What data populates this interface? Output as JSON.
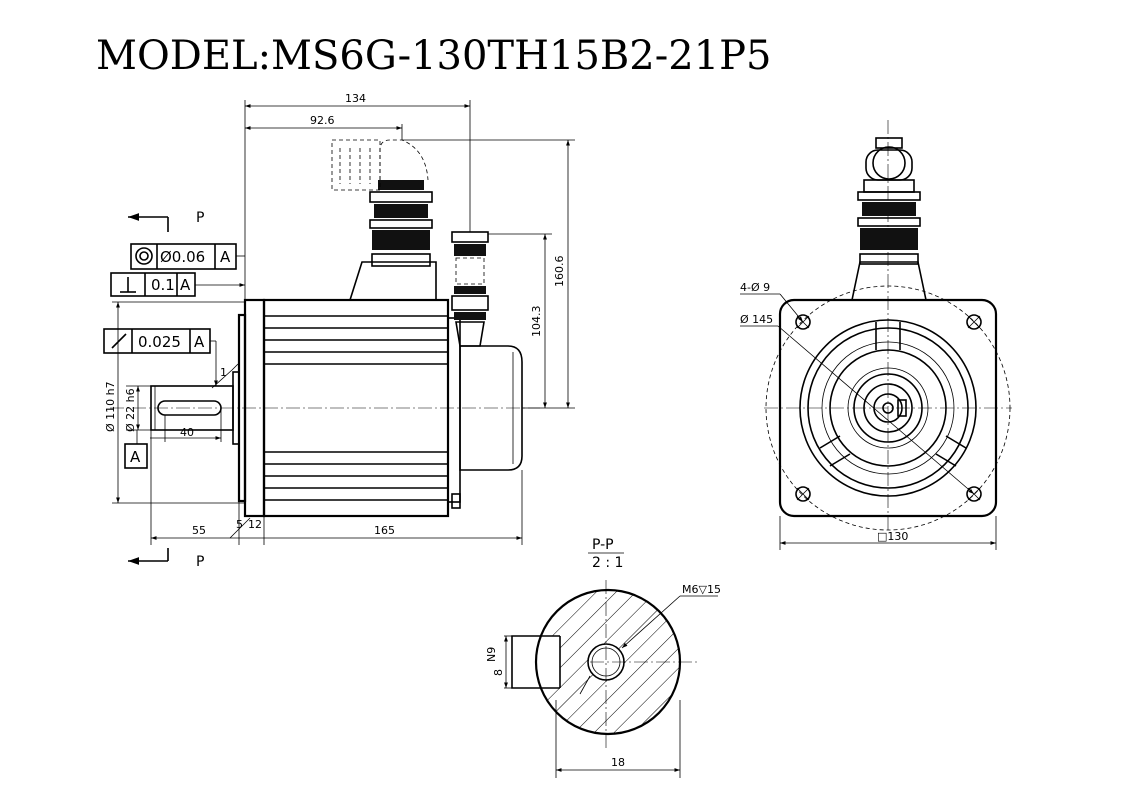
{
  "title": "MODEL:MS6G-130TH15B2-21P5",
  "side_view": {
    "dims": {
      "overall_length": "134",
      "connector_offset": "92.6",
      "connector_height": "160.6",
      "encoder_height": "104.3",
      "spigot_dia": "Ø 110 h7",
      "shaft_dia": "Ø 22 h6",
      "key_length": "40",
      "shaft_length": "55",
      "flange_thk_a": "5",
      "flange_thk_b": "12",
      "body_length": "165",
      "chamfer": "1"
    },
    "gdt": {
      "concentricity_tol": "Ø0.06",
      "concentricity_ref": "A",
      "perpendicularity_tol": "0.1",
      "perpendicularity_ref": "A",
      "runout_tol": "0.025",
      "runout_ref": "A",
      "datum": "A"
    },
    "section_mark_top": "P",
    "section_mark_bottom": "P"
  },
  "front_view": {
    "holes": "4-Ø 9",
    "pcd": "Ø 145",
    "flange_square": "□130"
  },
  "section_view": {
    "name": "P-P",
    "scale": "2 : 1",
    "thread": "M6▽15",
    "key_width": "8",
    "key_tol": "N9",
    "height": "18"
  }
}
